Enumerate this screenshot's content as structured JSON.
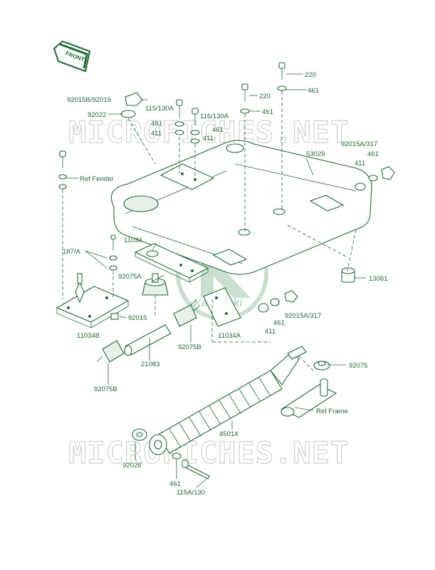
{
  "watermark": "MICROFICHES.NET",
  "front_label": "FRONT",
  "logo_text": "Kawasaki",
  "labels": {
    "l_92015b": "92015B/92019",
    "l_92022": "92022",
    "l_115a_1": "115/130A",
    "l_115a_2": "115/130A",
    "l_461_a": "461",
    "l_411_a": "411",
    "l_461_b": "461",
    "l_411_b": "411",
    "l_220_top": "220",
    "l_461_top": "461",
    "l_220_mid": "220",
    "l_461_mid": "461",
    "l_92015a_r": "92015A/317",
    "l_53029": "53029",
    "l_461_r": "461",
    "l_411_r": "411",
    "l_ref_fender": "Ref Fender",
    "l_187a": "187/A",
    "l_11034": "11034",
    "l_92075a": "92075A",
    "l_13061": "13061",
    "l_92015": "92015",
    "l_11034b": "11034B",
    "l_92015a_b": "92015A/317",
    "l_461_c": "461",
    "l_411_c": "411",
    "l_11034a": "11034A",
    "l_92075b_1": "92075B",
    "l_21083": "21083",
    "l_92075b_2": "92075B",
    "l_92075": "92075",
    "l_ref_frame": "Ref Frame",
    "l_45014": "45014",
    "l_92026": "92026",
    "l_461_d": "461",
    "l_115a_130": "115A/130"
  }
}
